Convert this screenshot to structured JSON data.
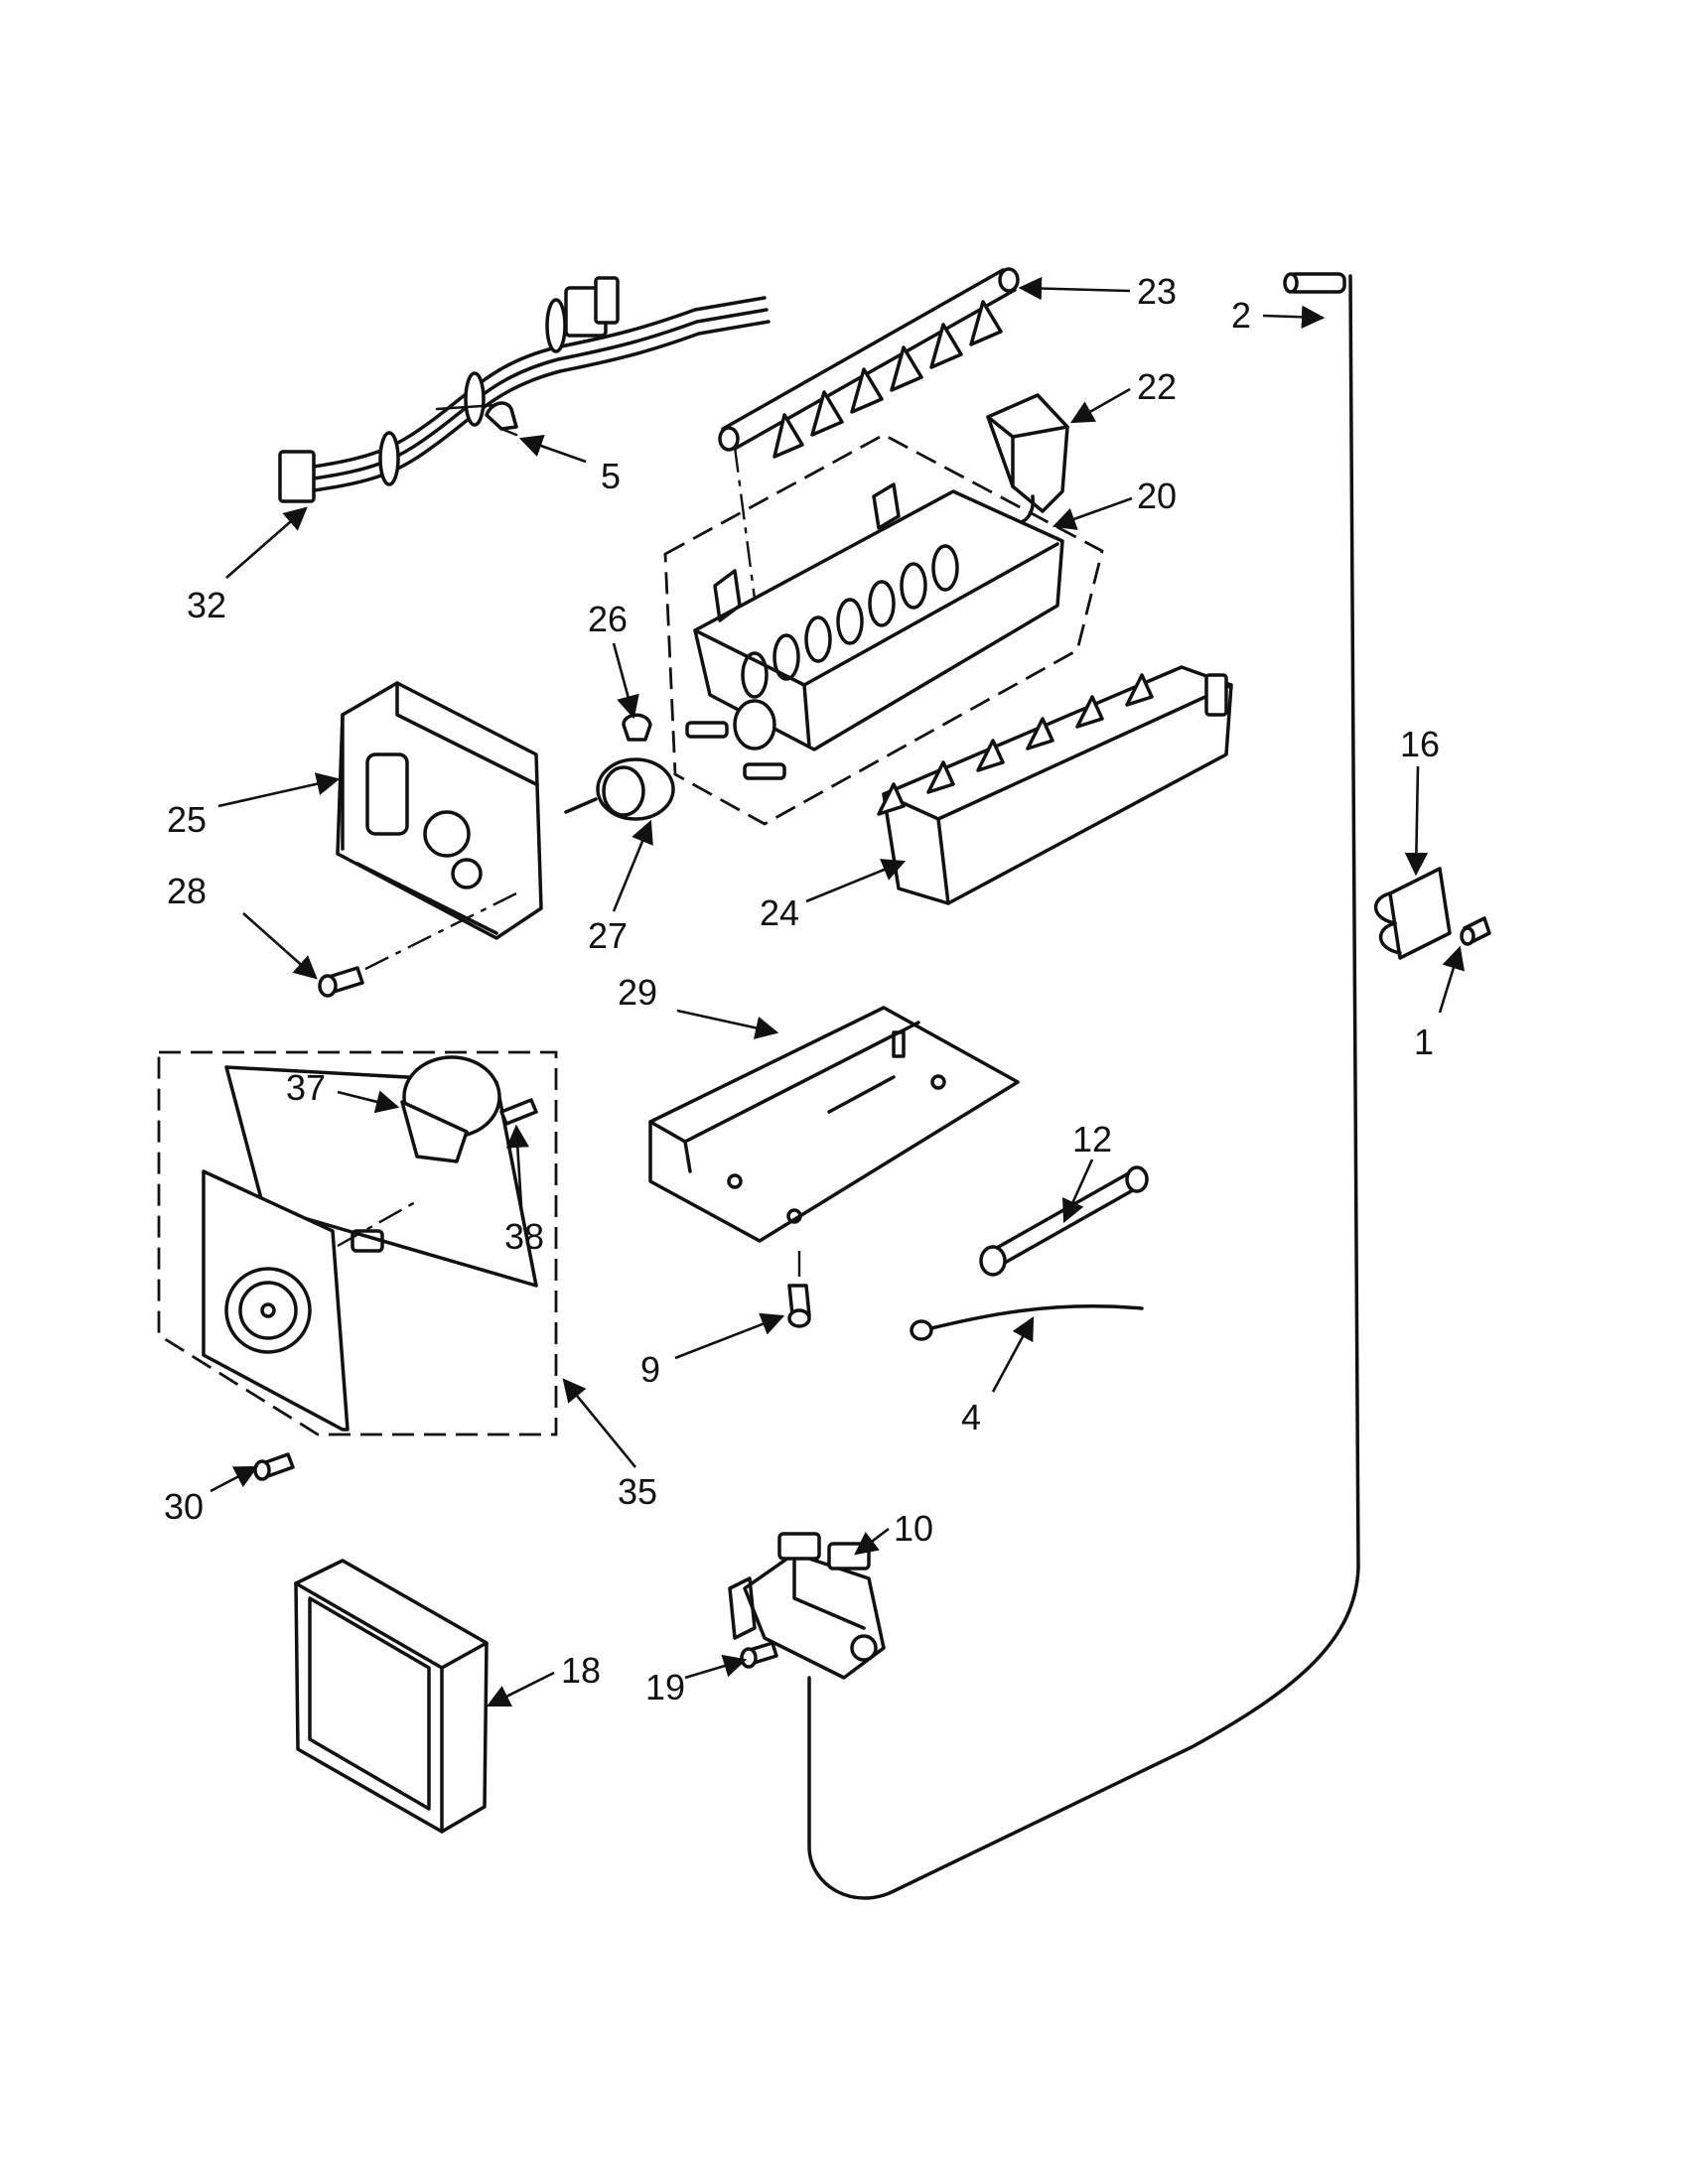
{
  "callouts": [
    {
      "id": "c23",
      "text": "23"
    },
    {
      "id": "c2",
      "text": "2"
    },
    {
      "id": "c22",
      "text": "22"
    },
    {
      "id": "c20",
      "text": "20"
    },
    {
      "id": "c5",
      "text": "5"
    },
    {
      "id": "c32",
      "text": "32"
    },
    {
      "id": "c26",
      "text": "26"
    },
    {
      "id": "c16",
      "text": "16"
    },
    {
      "id": "c25",
      "text": "25"
    },
    {
      "id": "c28",
      "text": "28"
    },
    {
      "id": "c27",
      "text": "27"
    },
    {
      "id": "c24",
      "text": "24"
    },
    {
      "id": "c1",
      "text": "1"
    },
    {
      "id": "c29",
      "text": "29"
    },
    {
      "id": "c37",
      "text": "37"
    },
    {
      "id": "c38",
      "text": "38"
    },
    {
      "id": "c12",
      "text": "12"
    },
    {
      "id": "c9",
      "text": "9"
    },
    {
      "id": "c4",
      "text": "4"
    },
    {
      "id": "c30",
      "text": "30"
    },
    {
      "id": "c35",
      "text": "35"
    },
    {
      "id": "c10",
      "text": "10"
    },
    {
      "id": "c19",
      "text": "19"
    },
    {
      "id": "c18",
      "text": "18"
    }
  ]
}
